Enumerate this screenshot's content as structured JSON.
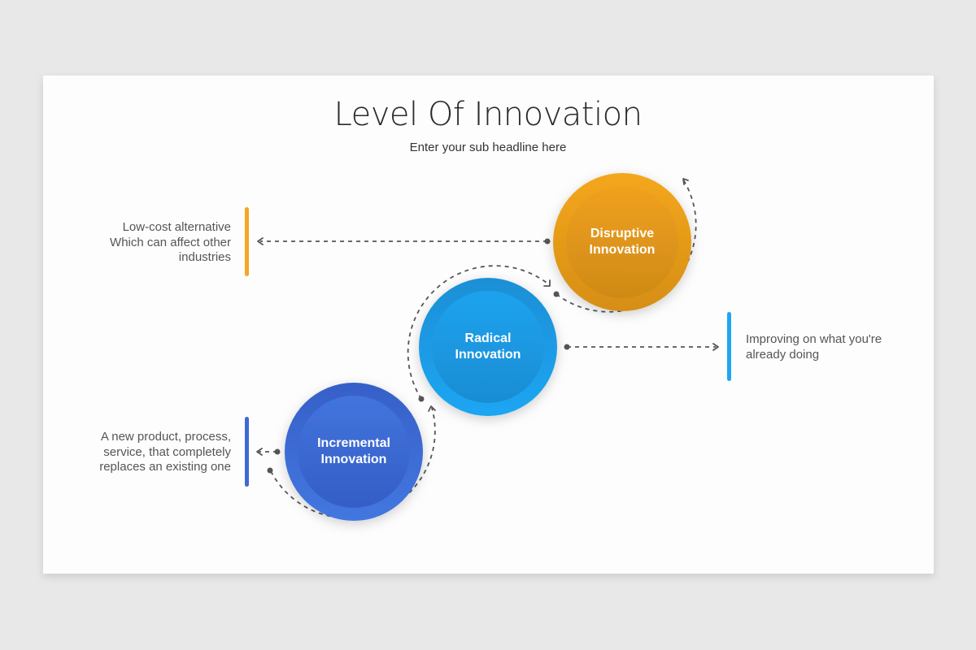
{
  "slide": {
    "title": "Level Of Innovation",
    "subtitle": "Enter your sub headline here"
  },
  "circles": [
    {
      "id": "disruptive",
      "line1": "Disruptive",
      "line2": "Innovation",
      "color": "#f2a218",
      "inner": "#df9419"
    },
    {
      "id": "radical",
      "line1": "Radical",
      "line2": "Innovation",
      "color": "#1a9de6",
      "inner": "#1a92da"
    },
    {
      "id": "incremental",
      "line1": "Incremental",
      "line2": "Innovation",
      "color": "#3d6fd8",
      "inner": "#3a67cd"
    }
  ],
  "descriptions": [
    {
      "for": "disruptive",
      "line1": "Low-cost alternative",
      "line2": "Which can affect other",
      "line3": "industries",
      "bar_color": "#f5a623"
    },
    {
      "for": "radical",
      "line1": "Improving on what you're",
      "line2": "already doing",
      "bar_color": "#1fa6f0"
    },
    {
      "for": "incremental",
      "line1": "A new product, process,",
      "line2": "service, that completely",
      "line3": "replaces an existing one",
      "bar_color": "#3d6ad6"
    }
  ],
  "colors": {
    "background": "#e9e8e9",
    "slide": "#fdfdfd",
    "dash": "#555555"
  }
}
